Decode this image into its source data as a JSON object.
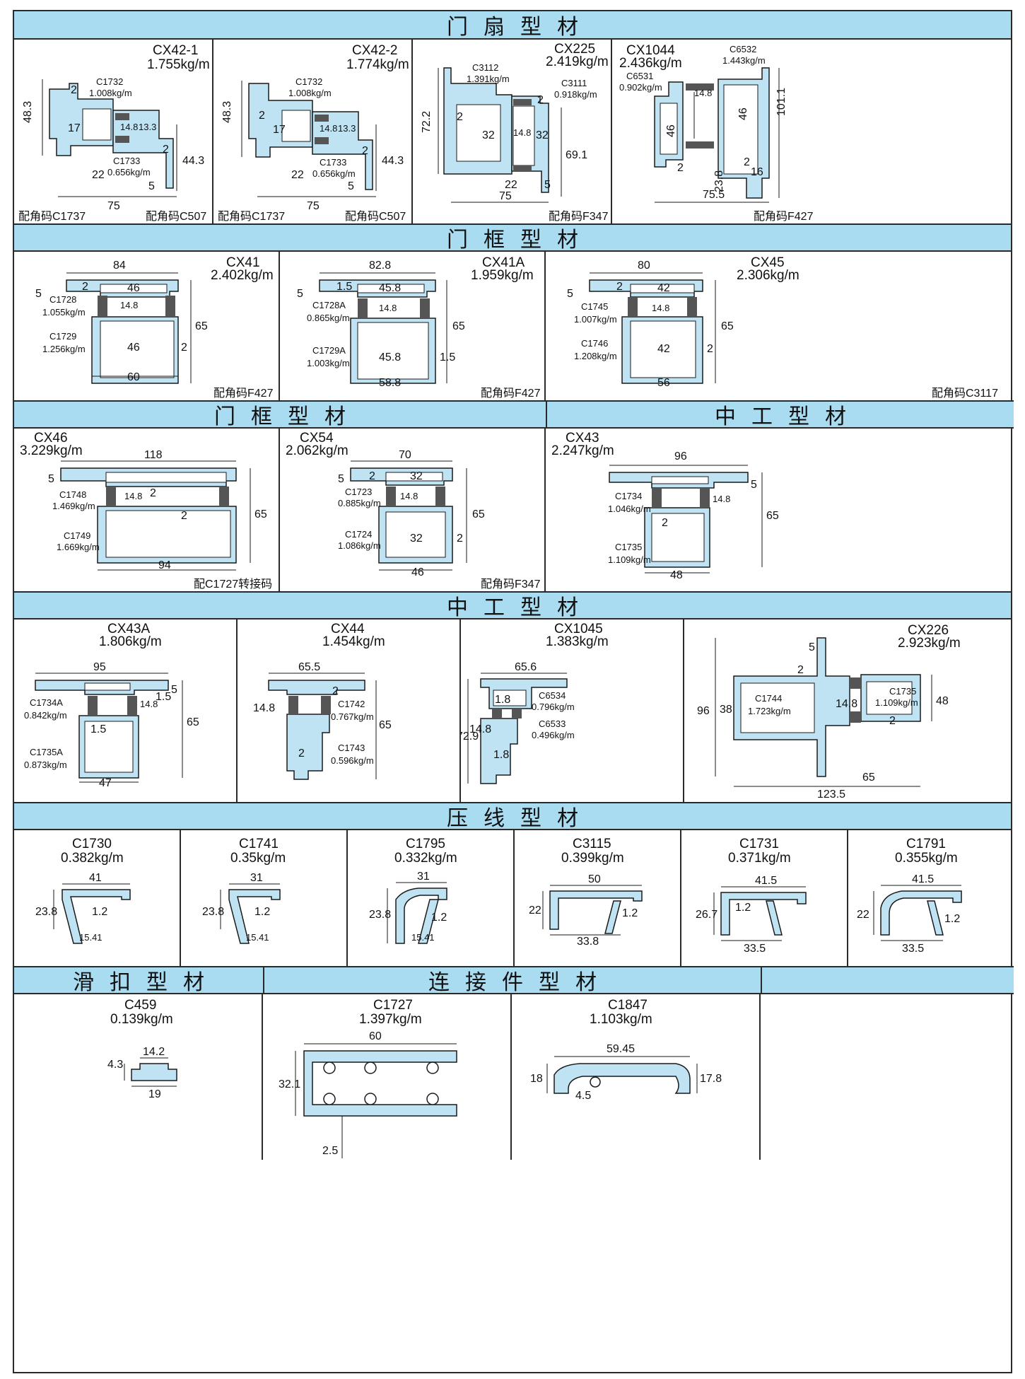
{
  "sections": {
    "door_sash": "门扇型材",
    "door_frame": "门框型材",
    "door_frame2": "门框型材",
    "mullion": "中工型材",
    "mullion2": "中工型材",
    "glazing_bead": "压线型材",
    "slide_clip": "滑扣型材",
    "connector": "连接件型材"
  },
  "row1": [
    {
      "code": "CX42-1",
      "weight": "1.755kg/m",
      "note_left": "配角码C1737",
      "note_right": "配角码C507",
      "dims": [
        "48.3",
        "2",
        "17",
        "14.8",
        "13.3",
        "44.3",
        "22",
        "5",
        "75",
        "2"
      ],
      "parts": [
        {
          "code": "C1732",
          "weight": "1.008kg/m"
        },
        {
          "code": "C1733",
          "weight": "0.656kg/m"
        }
      ]
    },
    {
      "code": "CX42-2",
      "weight": "1.774kg/m",
      "note_left": "配角码C1737",
      "note_right": "配角码C507",
      "dims": [
        "48.3",
        "2",
        "17",
        "14.8",
        "13.3",
        "44.3",
        "22",
        "5",
        "75",
        "2"
      ],
      "parts": [
        {
          "code": "C1732",
          "weight": "1.008kg/m"
        },
        {
          "code": "C1733",
          "weight": "0.656kg/m"
        }
      ]
    },
    {
      "code": "CX225",
      "weight": "2.419kg/m",
      "note_right": "配角码F347",
      "dims": [
        "72.2",
        "2",
        "32",
        "14.8",
        "32",
        "2",
        "69.1",
        "22",
        "5",
        "75"
      ],
      "parts": [
        {
          "code": "C3112",
          "weight": "1.391kg/m"
        },
        {
          "code": "C3111",
          "weight": "0.918kg/m"
        }
      ]
    },
    {
      "code": "CX1044",
      "weight": "2.436kg/m",
      "note_right": "配角码F427",
      "dims": [
        "46",
        "14.8",
        "46",
        "101.1",
        "2",
        "2",
        "23.8",
        "16",
        "75.5"
      ],
      "parts": [
        {
          "code": "C6532",
          "weight": "1.443kg/m"
        },
        {
          "code": "C6531",
          "weight": "0.902kg/m"
        }
      ]
    }
  ],
  "row2": [
    {
      "code": "CX41",
      "weight": "2.402kg/m",
      "note_right": "配角码F427",
      "dims": [
        "84",
        "5",
        "2",
        "46",
        "14.8",
        "65",
        "46",
        "2",
        "60"
      ],
      "parts": [
        {
          "code": "C1728",
          "weight": "1.055kg/m"
        },
        {
          "code": "C1729",
          "weight": "1.256kg/m"
        }
      ]
    },
    {
      "code": "CX41A",
      "weight": "1.959kg/m",
      "note_right": "配角码F427",
      "dims": [
        "82.8",
        "5",
        "1.5",
        "45.8",
        "14.8",
        "65",
        "45.8",
        "1.5",
        "58.8"
      ],
      "parts": [
        {
          "code": "C1728A",
          "weight": "0.865kg/m"
        },
        {
          "code": "C1729A",
          "weight": "1.003kg/m"
        }
      ]
    },
    {
      "code": "CX45",
      "weight": "2.306kg/m",
      "note_right": "配角码C3117",
      "dims": [
        "80",
        "5",
        "2",
        "42",
        "14.8",
        "65",
        "42",
        "2",
        "56"
      ],
      "parts": [
        {
          "code": "C1745",
          "weight": "1.007kg/m"
        },
        {
          "code": "C1746",
          "weight": "1.208kg/m"
        }
      ]
    }
  ],
  "row3": [
    {
      "code": "CX46",
      "weight": "3.229kg/m",
      "note_right": "配C1727转接码",
      "dims": [
        "118",
        "5",
        "14.8",
        "2",
        "2",
        "65",
        "94"
      ],
      "parts": [
        {
          "code": "C1748",
          "weight": "1.469kg/m"
        },
        {
          "code": "C1749",
          "weight": "1.669kg/m"
        }
      ]
    },
    {
      "code": "CX54",
      "weight": "2.062kg/m",
      "note_right": "配角码F347",
      "dims": [
        "70",
        "5",
        "2",
        "32",
        "14.8",
        "65",
        "32",
        "2",
        "46"
      ],
      "parts": [
        {
          "code": "C1723",
          "weight": "0.885kg/m"
        },
        {
          "code": "C1724",
          "weight": "1.086kg/m"
        }
      ]
    },
    {
      "code": "CX43",
      "weight": "2.247kg/m",
      "dims": [
        "96",
        "5",
        "14.8",
        "2",
        "65",
        "48"
      ],
      "parts": [
        {
          "code": "C1734",
          "weight": "1.046kg/m"
        },
        {
          "code": "C1735",
          "weight": "1.109kg/m"
        }
      ]
    }
  ],
  "row4": [
    {
      "code": "CX43A",
      "weight": "1.806kg/m",
      "dims": [
        "95",
        "1.5",
        "5",
        "14.8",
        "65",
        "1.5",
        "47"
      ],
      "parts": [
        {
          "code": "C1734A",
          "weight": "0.842kg/m"
        },
        {
          "code": "C1735A",
          "weight": "0.873kg/m"
        }
      ]
    },
    {
      "code": "CX44",
      "weight": "1.454kg/m",
      "dims": [
        "65.5",
        "2",
        "14.8",
        "65",
        "2"
      ],
      "parts": [
        {
          "code": "C1742",
          "weight": "0.767kg/m"
        },
        {
          "code": "C1743",
          "weight": "0.596kg/m"
        }
      ]
    },
    {
      "code": "CX1045",
      "weight": "1.383kg/m",
      "dims": [
        "65.6",
        "1.8",
        "72.9",
        "14.8",
        "1.8"
      ],
      "parts": [
        {
          "code": "C6534",
          "weight": "0.796kg/m"
        },
        {
          "code": "C6533",
          "weight": "0.496kg/m"
        }
      ]
    },
    {
      "code": "CX226",
      "weight": "2.923kg/m",
      "dims": [
        "5",
        "2",
        "96",
        "38",
        "14.8",
        "2",
        "48",
        "65",
        "123.5"
      ],
      "parts": [
        {
          "code": "C1744",
          "weight": "1.723kg/m"
        },
        {
          "code": "C1735",
          "weight": "1.109kg/m"
        }
      ]
    }
  ],
  "row5": [
    {
      "code": "C1730",
      "weight": "0.382kg/m",
      "dims": [
        "41",
        "23.8",
        "1.2",
        "15.41"
      ]
    },
    {
      "code": "C1741",
      "weight": "0.35kg/m",
      "dims": [
        "31",
        "23.8",
        "1.2",
        "15.41"
      ]
    },
    {
      "code": "C1795",
      "weight": "0.332kg/m",
      "dims": [
        "31",
        "23.8",
        "1.2",
        "15.41"
      ]
    },
    {
      "code": "C3115",
      "weight": "0.399kg/m",
      "dims": [
        "50",
        "22",
        "1.2",
        "33.8"
      ]
    },
    {
      "code": "C1731",
      "weight": "0.371kg/m",
      "dims": [
        "41.5",
        "26.7",
        "1.2",
        "33.5"
      ]
    },
    {
      "code": "C1791",
      "weight": "0.355kg/m",
      "dims": [
        "41.5",
        "22",
        "1.2",
        "33.5"
      ]
    }
  ],
  "row6": [
    {
      "code": "C459",
      "weight": "0.139kg/m",
      "dims": [
        "4.3",
        "14.2",
        "19"
      ]
    },
    {
      "code": "C1727",
      "weight": "1.397kg/m",
      "dims": [
        "60",
        "32.1",
        "2.5"
      ]
    },
    {
      "code": "C1847",
      "weight": "1.103kg/m",
      "dims": [
        "59.45",
        "18",
        "4.5",
        "17.8"
      ]
    }
  ],
  "colors": {
    "band": "#a9dcf0",
    "profile_fill": "#bfe3f2",
    "profile_stroke": "#1a1a1a",
    "gasket": "#555555"
  }
}
